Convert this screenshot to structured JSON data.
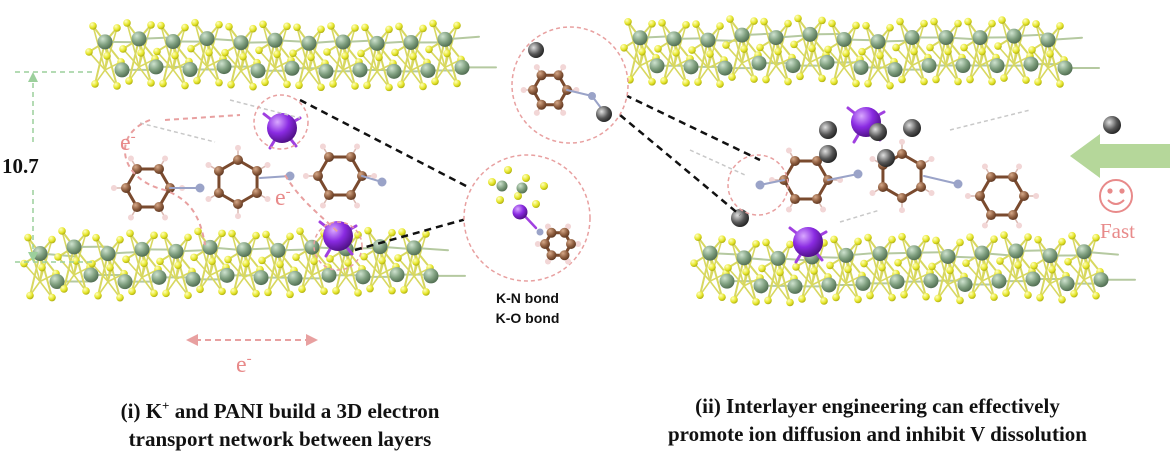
{
  "spacing_label": "10.7",
  "electron_label_left": "e",
  "electron_label_mid": "e",
  "electron_label_bottom": "e",
  "electron_superscript": "-",
  "fast_label": "Fast",
  "bond_labels": [
    "K-N bond",
    "K-O bond"
  ],
  "caption_left": {
    "line1_prefix": "(i) K",
    "line1_sup": "+",
    "line1_suffix": " and PANI build a 3D electron",
    "line2": "transport network between layers"
  },
  "caption_right": {
    "line1": "(ii) Interlayer engineering can effectively",
    "line2": "promote ion diffusion and inhibit V dissolution"
  },
  "colors": {
    "vanadium": "#7f9f7f",
    "oxygen": "#e6e62a",
    "carbon": "#8a5a3c",
    "hydrogen": "#f2d6d6",
    "nitrogen": "#9aa3c8",
    "potassium": "#8a2be2",
    "zinc": "#707070",
    "dashed_pink": "#e8a0a0",
    "dashed_green": "#9ccf9c",
    "arrow_green": "#b5d79a",
    "fast_pink": "#e88a8a"
  }
}
